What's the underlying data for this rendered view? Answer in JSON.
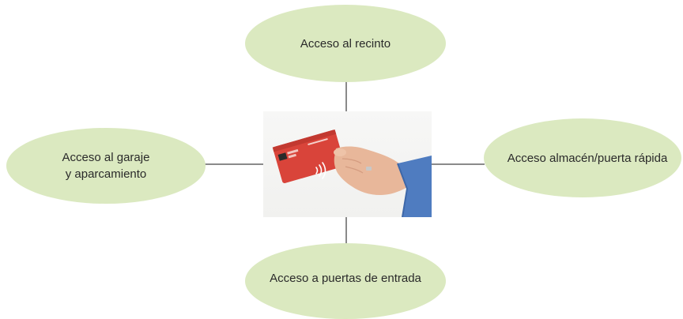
{
  "diagram": {
    "nodes": {
      "top": {
        "label": "Acceso al recinto"
      },
      "left": {
        "lines": [
          "Acceso al garaje",
          "y aparcamiento"
        ]
      },
      "right": {
        "label": "Acceso almacén/puerta rápida"
      },
      "bottom": {
        "label": "Acceso a puertas de entrada"
      }
    },
    "center": {
      "image": "hand-holding-rfid-card"
    },
    "colors": {
      "node_fill": "#dbe9c0",
      "connector": "#8a8a8a",
      "card": "#d9443a",
      "sleeve": "#4f7cc0"
    }
  }
}
